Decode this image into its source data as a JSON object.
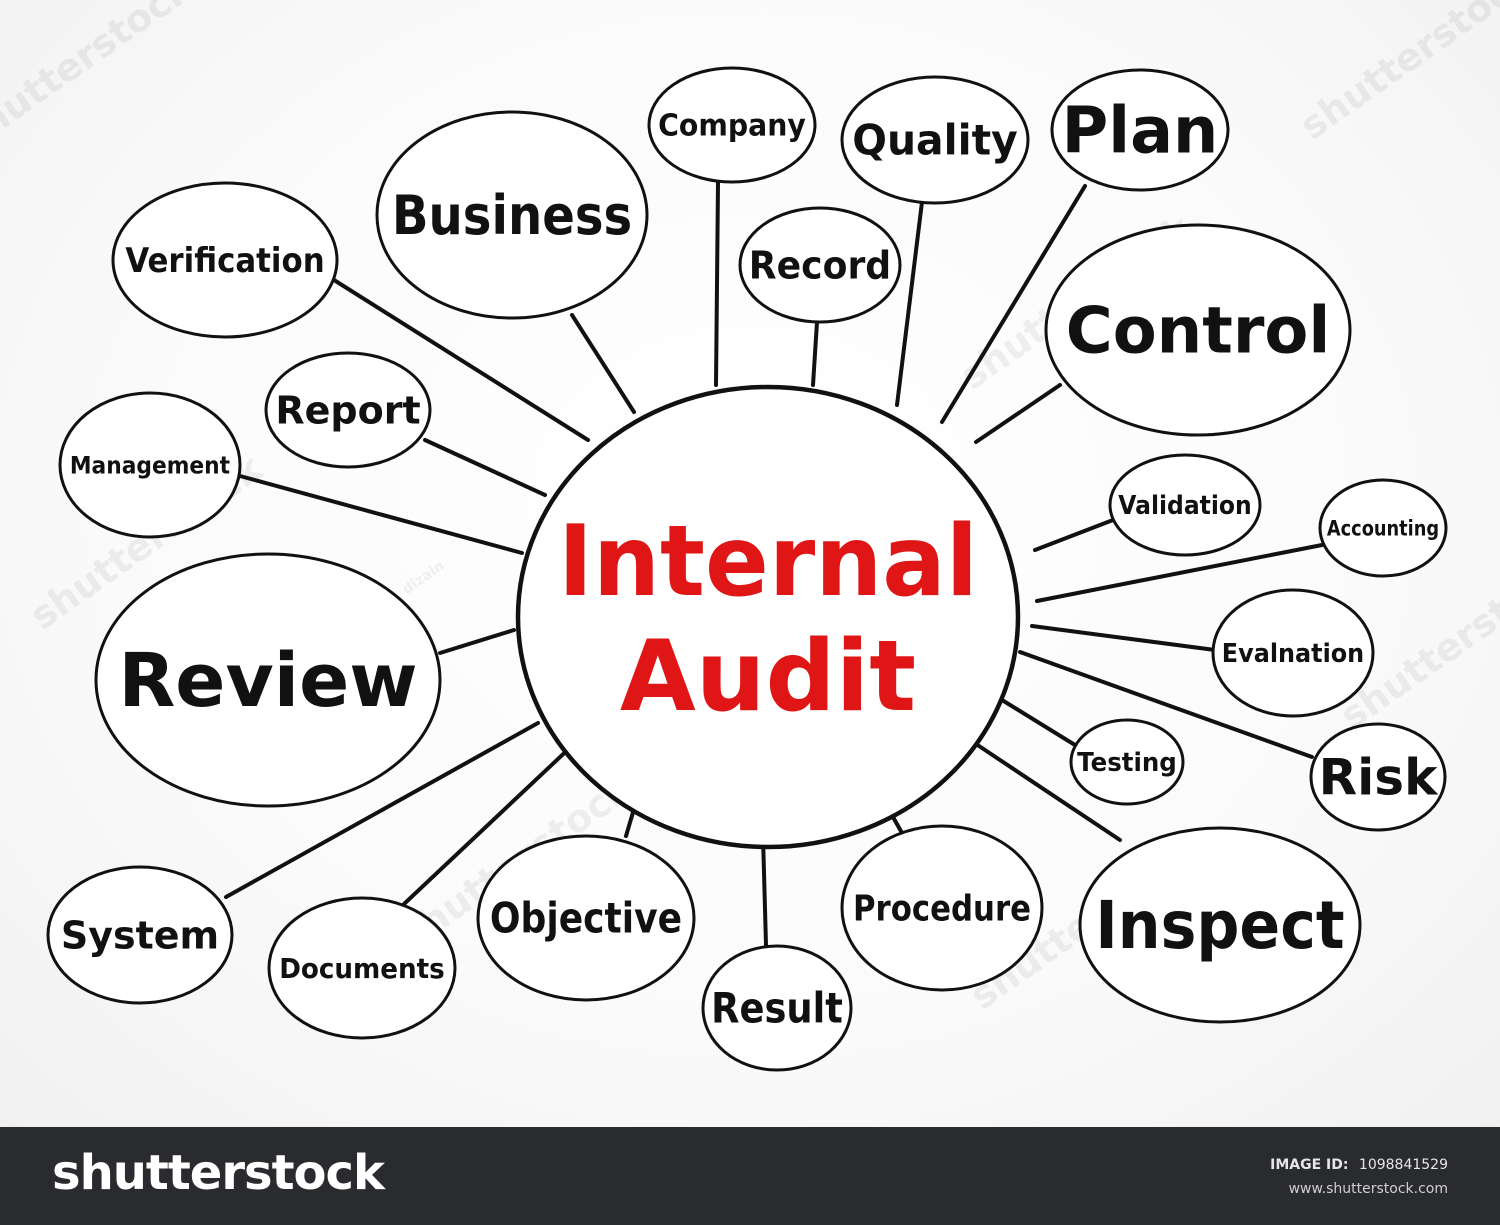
{
  "diagram": {
    "center": {
      "lines": [
        "Internal",
        "Audit"
      ],
      "color": "#e01616"
    },
    "line_color": "#111111",
    "nodes": [
      {
        "id": "company",
        "label": "Company"
      },
      {
        "id": "quality",
        "label": "Quality"
      },
      {
        "id": "plan",
        "label": "Plan"
      },
      {
        "id": "business",
        "label": "Business"
      },
      {
        "id": "record",
        "label": "Record"
      },
      {
        "id": "verification",
        "label": "Verification"
      },
      {
        "id": "control",
        "label": "Control"
      },
      {
        "id": "report",
        "label": "Report"
      },
      {
        "id": "management",
        "label": "Management"
      },
      {
        "id": "validation",
        "label": "Validation"
      },
      {
        "id": "accounting",
        "label": "Accounting"
      },
      {
        "id": "review",
        "label": "Review"
      },
      {
        "id": "evalnation",
        "label": "Evalnation"
      },
      {
        "id": "testing",
        "label": "Testing"
      },
      {
        "id": "risk",
        "label": "Risk"
      },
      {
        "id": "system",
        "label": "System"
      },
      {
        "id": "documents",
        "label": "Documents"
      },
      {
        "id": "objective",
        "label": "Objective"
      },
      {
        "id": "procedure",
        "label": "Procedure"
      },
      {
        "id": "inspect",
        "label": "Inspect"
      },
      {
        "id": "result",
        "label": "Result"
      }
    ]
  },
  "footer": {
    "brand": "shutterstock",
    "image_id_label": "IMAGE ID:",
    "image_id": "1098841529",
    "url": "www.shutterstock.com"
  },
  "watermark": {
    "texts": [
      "shutterstock",
      "dizain"
    ]
  }
}
